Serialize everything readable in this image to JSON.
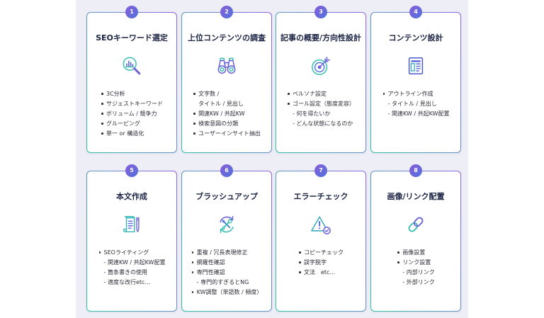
{
  "steps": [
    {
      "number": "1",
      "title": "SEOキーワード選定",
      "icon": "magnifier-chart-icon",
      "items": [
        {
          "text": "3C分析"
        },
        {
          "text": "サジェストキーワード"
        },
        {
          "text": "ボリューム / 競争力"
        },
        {
          "text": "グルーピング"
        },
        {
          "text": "単一 or 構造化"
        }
      ]
    },
    {
      "number": "2",
      "title": "上位コンテンツの調査",
      "icon": "binoculars-icon",
      "items": [
        {
          "text": "文字数 /",
          "sub": [
            "タイトル / 見出し"
          ]
        },
        {
          "text": "関連KW / 共起KW"
        },
        {
          "text": "検索意図の分類"
        },
        {
          "text": "ユーザーインサイト抽出"
        }
      ]
    },
    {
      "number": "3",
      "title": "記事の概要/方向性設計",
      "icon": "target-arrow-icon",
      "items": [
        {
          "text": "ペルソナ設定"
        },
        {
          "text": "ゴール設定（態度変容）",
          "sub": [
            "- 何を得たいか",
            "- どんな状態になるのか"
          ]
        }
      ]
    },
    {
      "number": "4",
      "title": "コンテンツ設計",
      "icon": "document-layout-icon",
      "items": [
        {
          "text": "アウトライン作成",
          "sub": [
            "- タイトル / 見出し",
            "- 関連KW / 共起KW配置"
          ]
        }
      ]
    },
    {
      "number": "5",
      "title": "本文作成",
      "icon": "scroll-pen-icon",
      "items": [
        {
          "text": "SEOライティング",
          "sub": [
            "- 関連KW / 共起KW配置",
            "- 箇条書きの使用",
            "- 適度な改行etc..."
          ]
        }
      ]
    },
    {
      "number": "6",
      "title": "ブラッシュアップ",
      "icon": "tools-cycle-icon",
      "items": [
        {
          "text": "重複 / 冗長表現修正"
        },
        {
          "text": "網羅性確認"
        },
        {
          "text": "専門性確認",
          "sub": [
            "- 専門的すぎるとNG"
          ]
        },
        {
          "text": "KW調整（単語数 / 頻度）"
        }
      ]
    },
    {
      "number": "7",
      "title": "エラーチェック",
      "icon": "warning-check-icon",
      "items": [
        {
          "text": "コピーチェック"
        },
        {
          "text": "誤字脱字"
        },
        {
          "text": "文法　etc..."
        }
      ]
    },
    {
      "number": "8",
      "title": "画像/リンク配置",
      "icon": "chain-link-icon",
      "items": [
        {
          "text": "画像設置"
        },
        {
          "text": "リンク設置",
          "sub": [
            "- 内部リンク",
            "- 外部リンク"
          ]
        }
      ]
    }
  ],
  "colors": {
    "panel_background": "#eeeef7",
    "card_background": "#ffffff",
    "border_start": "#33c2a5",
    "border_end": "#9068df",
    "badge_start": "#8a5bd8",
    "badge_end": "#4f74dd",
    "title_text": "#1c2444",
    "body_text": "#2d2d38"
  }
}
